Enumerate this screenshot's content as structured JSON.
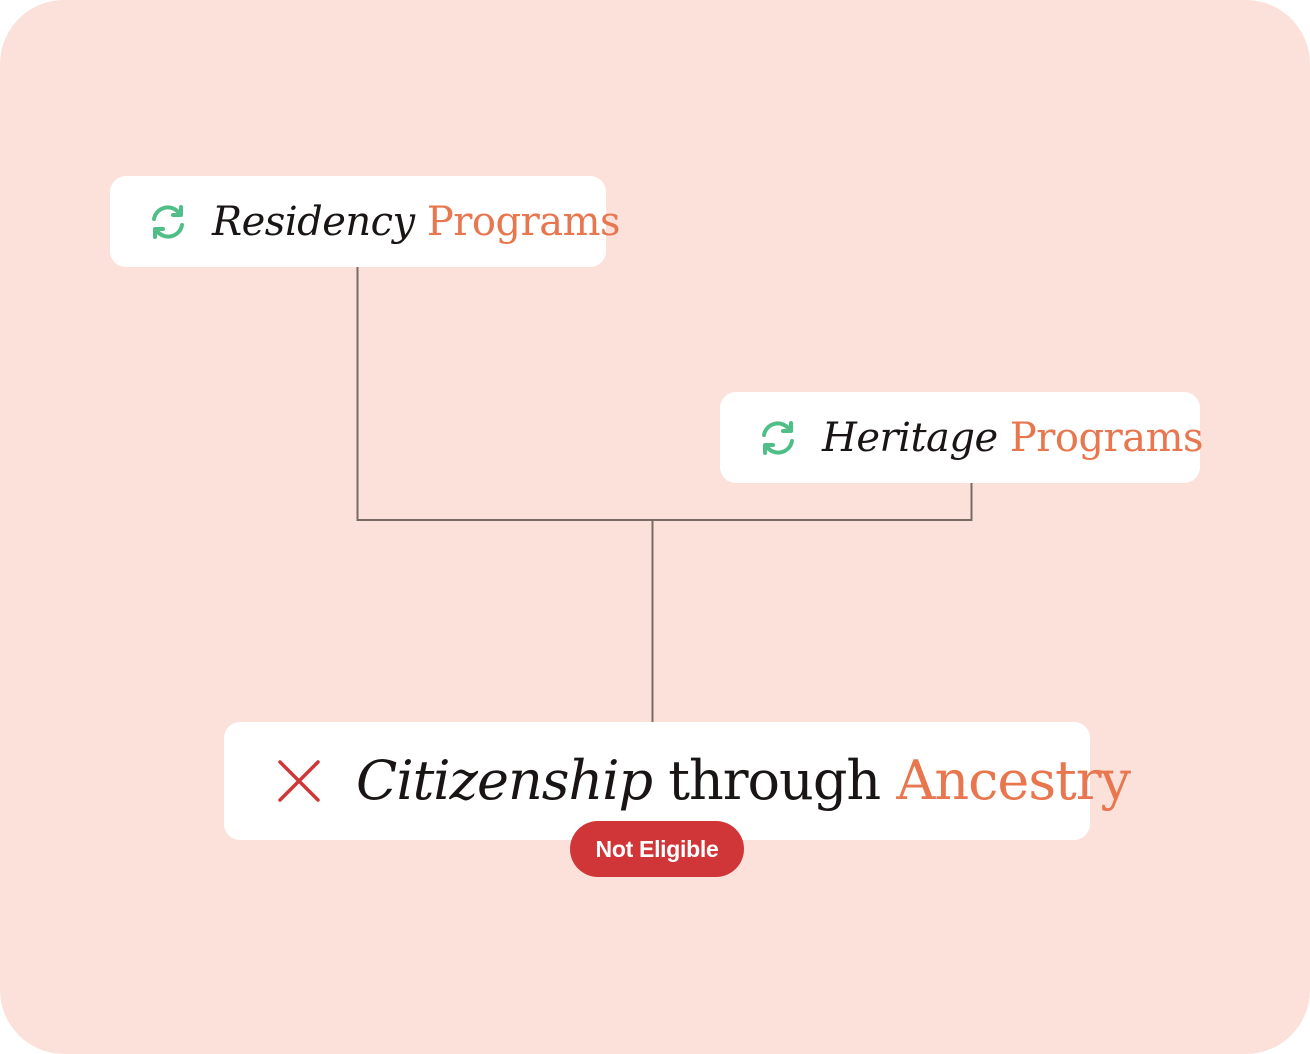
{
  "colors": {
    "background": "#fbe1da",
    "card": "#ffffff",
    "accent": "#e8764f",
    "icon_refresh": "#4fbf87",
    "icon_cross": "#d03537",
    "badge": "#d03537",
    "connector": "#7a6a66"
  },
  "nodes": {
    "residency": {
      "icon": "refresh-icon",
      "italic": "Residency",
      "plain": "",
      "accent": "Programs"
    },
    "heritage": {
      "icon": "refresh-icon",
      "italic": "Heritage",
      "plain": "",
      "accent": "Programs"
    },
    "ancestry": {
      "icon": "close-icon",
      "italic": "Citizenship",
      "plain": "through",
      "accent": "Ancestry",
      "badge": "Not Eligible"
    }
  }
}
